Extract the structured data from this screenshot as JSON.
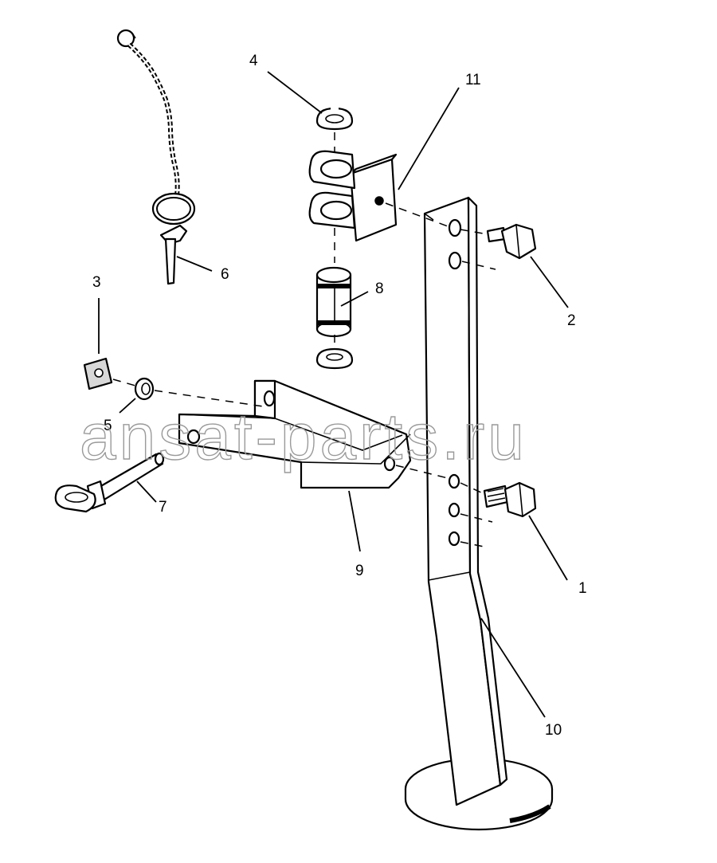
{
  "watermark": "ansat-parts.ru",
  "callouts": {
    "c1": "1",
    "c2": "2",
    "c3": "3",
    "c4": "4",
    "c5": "5",
    "c6": "6",
    "c7": "7",
    "c8": "8",
    "c9": "9",
    "c10": "10",
    "c11": "11"
  }
}
